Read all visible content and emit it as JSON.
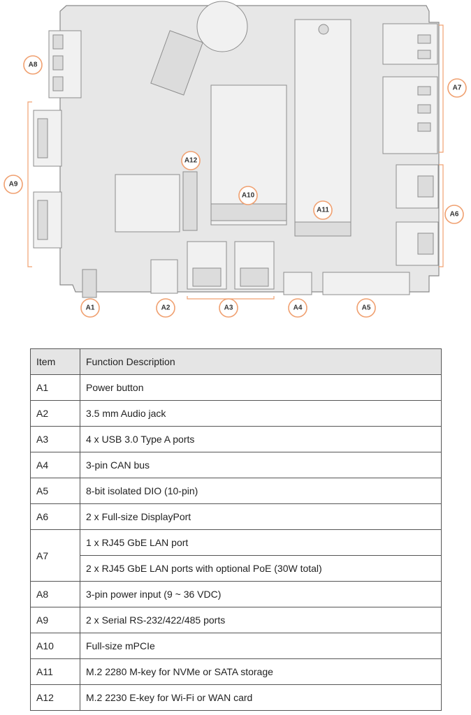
{
  "callouts": {
    "a1": "A1",
    "a2": "A2",
    "a3": "A3",
    "a4": "A4",
    "a5": "A5",
    "a6": "A6",
    "a7": "A7",
    "a8": "A8",
    "a9": "A9",
    "a10": "A10",
    "a11": "A11",
    "a12": "A12"
  },
  "table": {
    "header": {
      "item": "Item",
      "description": "Function Description"
    },
    "rows": [
      {
        "item": "A1",
        "description": "Power button"
      },
      {
        "item": "A2",
        "description": "3.5 mm Audio jack"
      },
      {
        "item": "A3",
        "description": "4 x USB 3.0 Type A ports"
      },
      {
        "item": "A4",
        "description": "3-pin CAN bus"
      },
      {
        "item": "A5",
        "description": "8-bit isolated DIO (10-pin)"
      },
      {
        "item": "A6",
        "description": "2 x Full-size DisplayPort"
      },
      {
        "item": "A7",
        "description": "1 x RJ45 GbE LAN port",
        "description_2": "2 x RJ45 GbE LAN ports with optional PoE (30W total)"
      },
      {
        "item": "A8",
        "description": "3-pin power input (9 ~ 36 VDC)"
      },
      {
        "item": "A9",
        "description": "2 x Serial RS-232/422/485 ports"
      },
      {
        "item": "A10",
        "description": "Full-size mPCIe"
      },
      {
        "item": "A11",
        "description": "M.2 2280 M-key for NVMe or SATA storage"
      },
      {
        "item": "A12",
        "description": "M.2 2230 E-key for Wi-Fi or WAN card"
      }
    ]
  }
}
